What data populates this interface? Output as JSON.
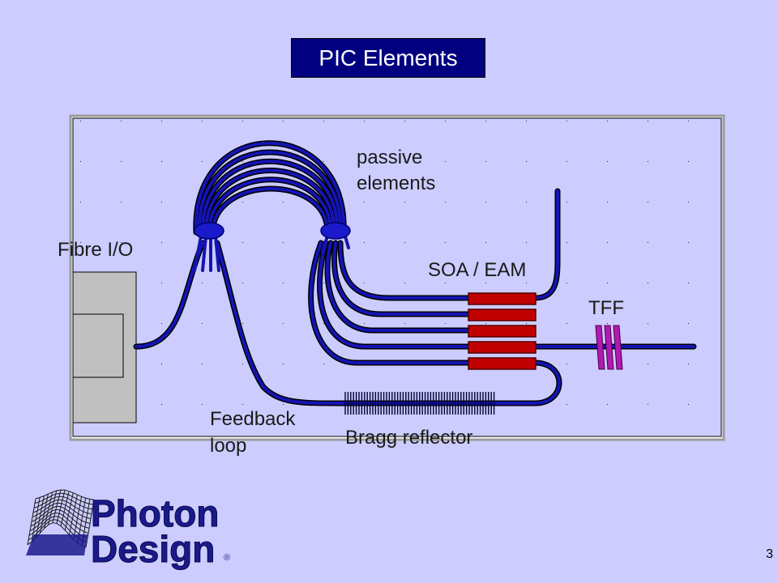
{
  "slide": {
    "title": "PIC Elements",
    "number": "3"
  },
  "diagram": {
    "labels": {
      "passive_line1": "passive",
      "passive_line2": "elements",
      "fibre_io": "Fibre I/O",
      "soa_eam": "SOA / EAM",
      "tff": "TFF",
      "feedback_line1": "Feedback",
      "feedback_line2": "loop",
      "bragg": "Bragg reflector"
    }
  },
  "logo": {
    "line1": "Photon",
    "line2": "Design",
    "mark": "®",
    "color": "#1a1a8c"
  }
}
